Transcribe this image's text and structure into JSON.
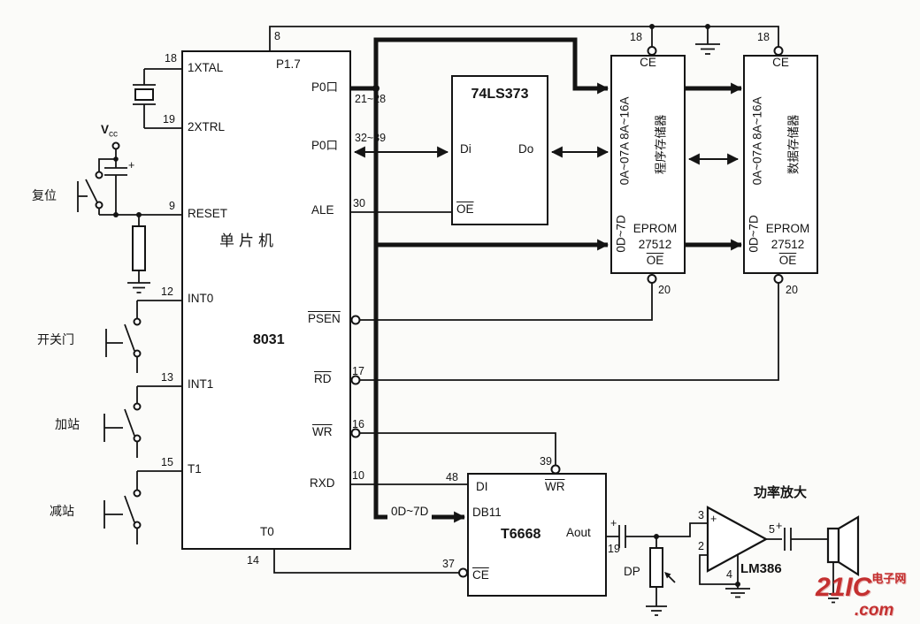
{
  "mcu": {
    "title": "单片机",
    "model": "8031",
    "p17": "P1.7",
    "pin8": "8",
    "xtal1": {
      "num": "18",
      "label": "1XTAL"
    },
    "xtal2": {
      "num": "19",
      "label": "2XTRL"
    },
    "reset": {
      "num": "9",
      "label": "RESET"
    },
    "int0": {
      "num": "12",
      "label": "INT0"
    },
    "int1": {
      "num": "13",
      "label": "INT1"
    },
    "t1": {
      "num": "15",
      "label": "T1"
    },
    "t0": {
      "num": "14",
      "label": "T0"
    },
    "p0a": {
      "label": "P0口",
      "pins": "21~28"
    },
    "p0b": {
      "label": "P0口",
      "pins": "32~39"
    },
    "ale": {
      "label": "ALE",
      "num": "30"
    },
    "psen": {
      "label": "PSEN"
    },
    "rd": {
      "label": "RD",
      "num": "17"
    },
    "wr": {
      "label": "WR",
      "num": "16"
    },
    "rxd": {
      "label": "RXD",
      "num": "10"
    }
  },
  "latch": {
    "model": "74LS373",
    "din": "Di",
    "dout": "Do",
    "oe": "OE"
  },
  "eprom1": {
    "ce": "CE",
    "ce_pin": "18",
    "addr": "0A~07A 8A~16A",
    "name": "程序存储器",
    "data": "0D~7D",
    "type": "EPROM",
    "model": "27512",
    "oe": "OE",
    "oe_pin": "20"
  },
  "eprom2": {
    "ce": "CE",
    "ce_pin": "18",
    "addr": "0A~07A 8A~16A",
    "name": "数据存储器",
    "data": "0D~7D",
    "type": "EPROM",
    "model": "27512",
    "oe": "OE",
    "oe_pin": "20"
  },
  "voice": {
    "model": "T6668",
    "di": "DI",
    "di_pin": "48",
    "db": "DB11",
    "wr": "WR",
    "wr_pin": "39",
    "aout": "Aout",
    "aout_pin": "19",
    "ce": "CE",
    "ce_pin": "37"
  },
  "amp": {
    "title": "功率放大",
    "model": "LM386",
    "pin2": "2",
    "pin3": "3",
    "pin4": "4",
    "pin5": "5"
  },
  "inputs": {
    "vcc": "V",
    "vcc_sub": "cc",
    "reset": "复位",
    "door": "开关门",
    "add": "加站",
    "sub": "减站"
  },
  "bus": {
    "data_label": "0D~7D"
  },
  "misc": {
    "dp": "DP",
    "plus": "+"
  },
  "watermark": {
    "main": "21IC",
    "cn": "电子网",
    "com": ".com"
  }
}
